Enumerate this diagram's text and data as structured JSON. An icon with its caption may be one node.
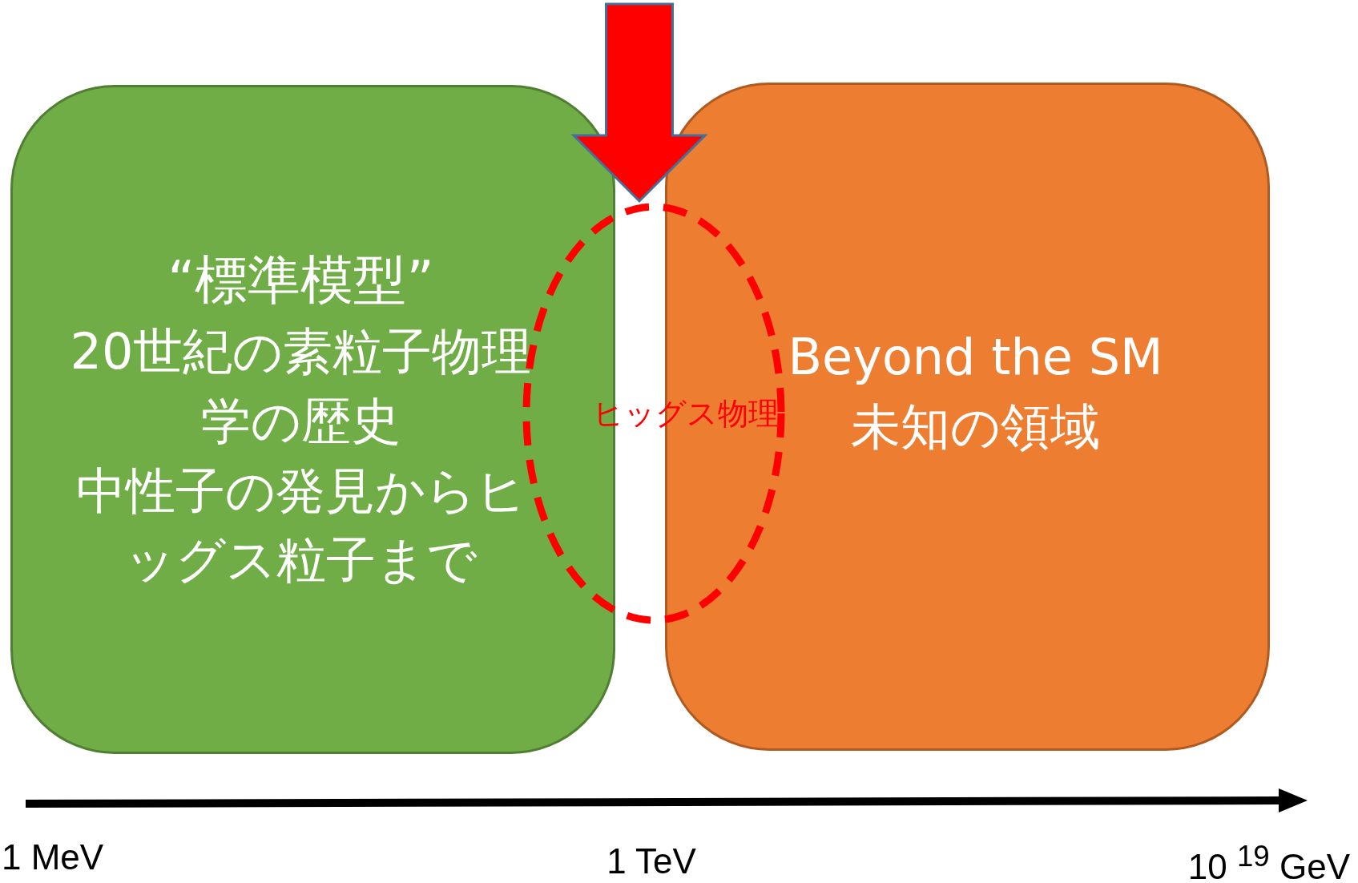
{
  "diagram": {
    "nodes": [
      {
        "text": [
          "“標準模型”",
          "20世紀の素粒子物理学の歴史",
          "中性子の発見からヒッグス粒子まで"
        ]
      },
      {
        "text": [
          "Beyond the SM",
          "未知の領域"
        ]
      },
      {
        "text": [
          "ヒッグス物理"
        ]
      }
    ],
    "edges": [
      {
        "from": null,
        "to": 2,
        "arrow": "to",
        "style": "thick",
        "color": "#ff0000"
      }
    ],
    "labels": [
      "1 MeV",
      "1 TeV",
      "10 $^{19}$ GeV"
    ]
  }
}
